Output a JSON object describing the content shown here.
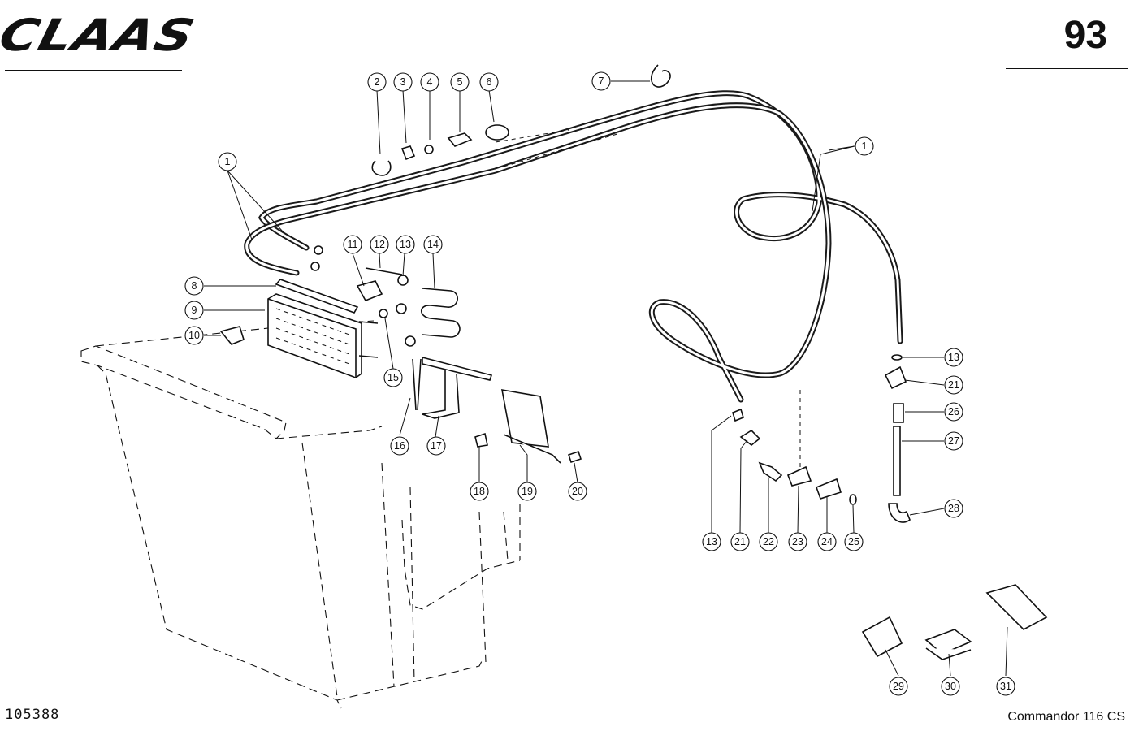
{
  "header": {
    "brand": "CLAAS",
    "page_number": "93"
  },
  "footer": {
    "drawing_number": "105388",
    "model": "Commandor 116 CS"
  },
  "callouts": [
    "1",
    "2",
    "3",
    "4",
    "5",
    "6",
    "7",
    "1",
    "8",
    "9",
    "10",
    "11",
    "12",
    "13",
    "14",
    "15",
    "16",
    "17",
    "18",
    "19",
    "20",
    "13",
    "21",
    "22",
    "23",
    "24",
    "25",
    "13",
    "21",
    "26",
    "27",
    "28",
    "29",
    "30",
    "31"
  ]
}
